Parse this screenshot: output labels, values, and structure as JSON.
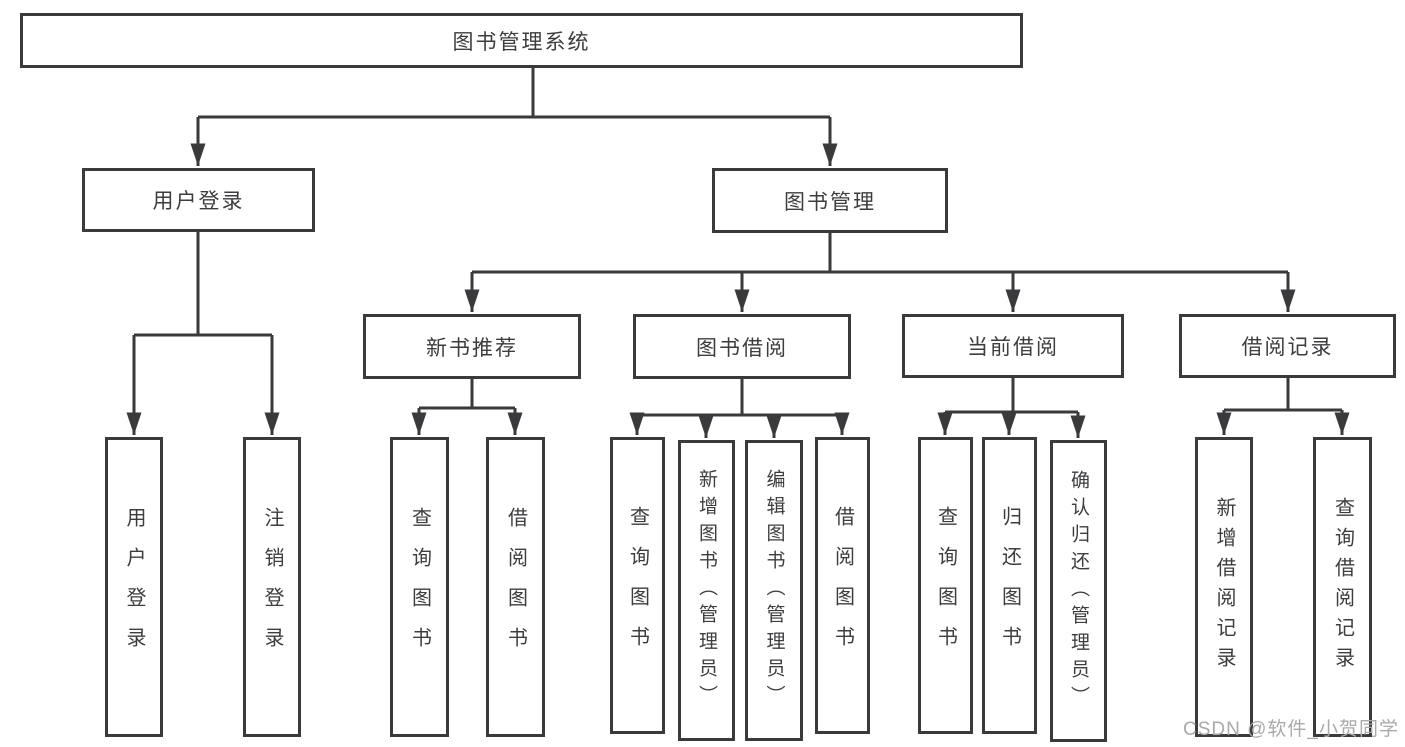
{
  "watermark": {
    "text": "CSDN @软件_小贺同学"
  },
  "colors": {
    "line": "#3a3a3c",
    "box_border": "#3a3a3c",
    "text": "#3d3d40",
    "watermark": "#a9a9a9",
    "background": "#ffffff"
  },
  "tree": {
    "root": {
      "label": "图书管理系统"
    },
    "branches": [
      {
        "label": "用户登录",
        "children": [
          {
            "label": "用户登录"
          },
          {
            "label": "注销登录"
          }
        ]
      },
      {
        "label": "图书管理",
        "children": [
          {
            "label": "新书推荐",
            "children": [
              {
                "label": "查询图书"
              },
              {
                "label": "借阅图书"
              }
            ]
          },
          {
            "label": "图书借阅",
            "children": [
              {
                "label": "查询图书"
              },
              {
                "label": "新增图书（管理员）"
              },
              {
                "label": "编辑图书（管理员）"
              },
              {
                "label": "借阅图书"
              }
            ]
          },
          {
            "label": "当前借阅",
            "children": [
              {
                "label": "查询图书"
              },
              {
                "label": "归还图书"
              },
              {
                "label": "确认归还（管理员）"
              }
            ]
          },
          {
            "label": "借阅记录",
            "children": [
              {
                "label": "新增借阅记录"
              },
              {
                "label": "查询借阅记录"
              }
            ]
          }
        ]
      }
    ]
  }
}
